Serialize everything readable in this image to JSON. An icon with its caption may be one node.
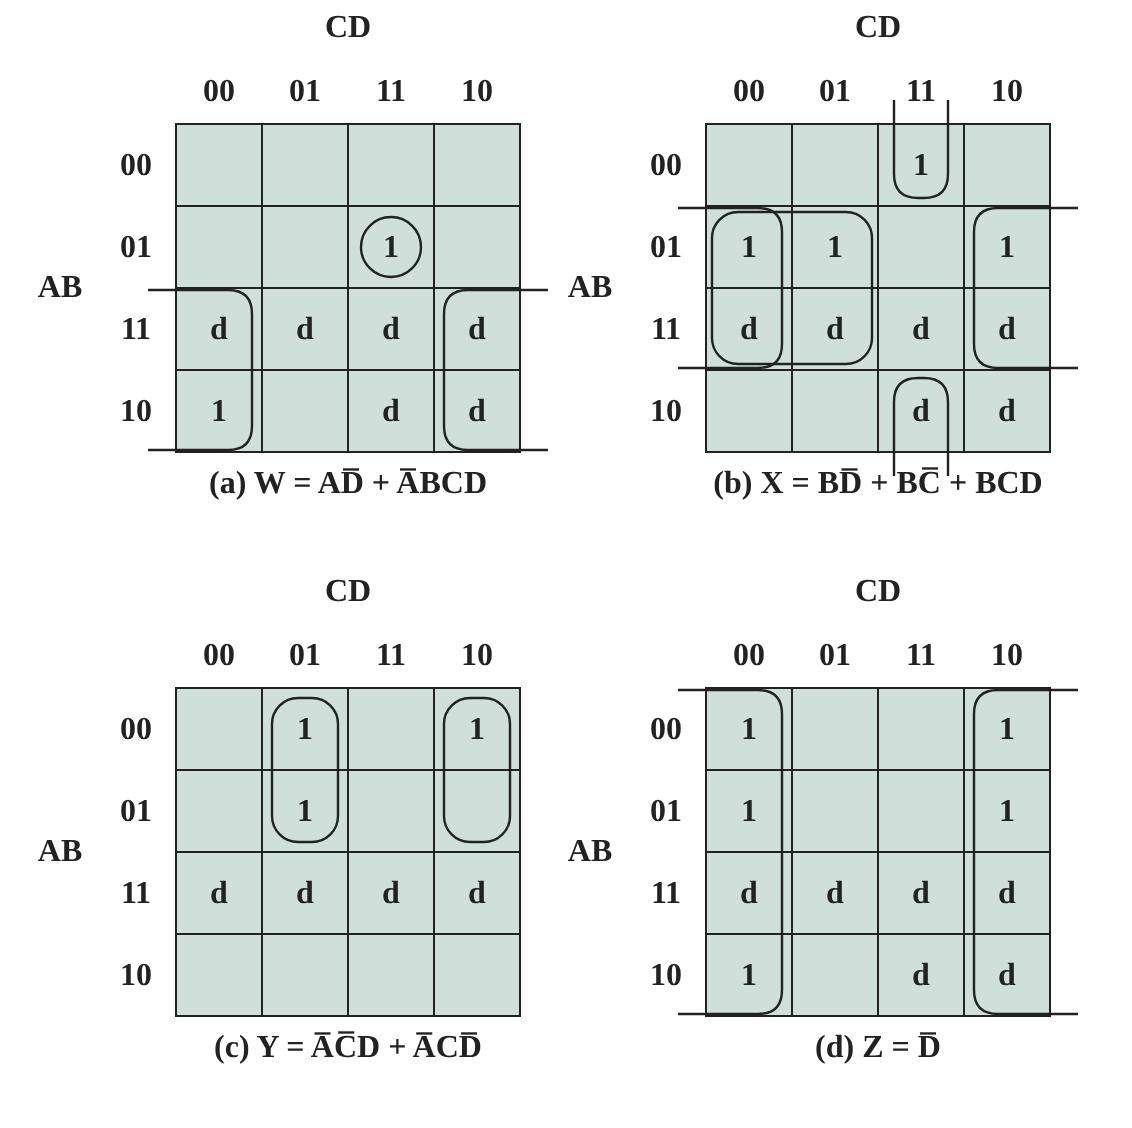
{
  "diagram": {
    "labels": [
      "CD",
      "00",
      "01",
      "11",
      "10",
      "00",
      "01",
      "1",
      "AB",
      "11",
      "d",
      "d",
      "d",
      "d",
      "10",
      "1",
      "d",
      "d",
      "(a) W = AD̅ + A̅BCD",
      "CD",
      "00",
      "01",
      "11",
      "10",
      "00",
      "1",
      "01",
      "1",
      "1",
      "1",
      "AB",
      "11",
      "d",
      "d",
      "d",
      "d",
      "10",
      "d",
      "d",
      "(b) X = BD̅ + BC̅ + BCD",
      "CD",
      "00",
      "01",
      "11",
      "10",
      "00",
      "1",
      "1",
      "01",
      "1",
      "AB",
      "11",
      "d",
      "d",
      "d",
      "d",
      "10",
      "(c) Y = A̅C̅D + A̅CD̅",
      "CD",
      "00",
      "01",
      "11",
      "10",
      "00",
      "1",
      "1",
      "01",
      "1",
      "1",
      "AB",
      "11",
      "d",
      "d",
      "d",
      "d",
      "10",
      "1",
      "d",
      "d",
      "(d) Z = D̅"
    ]
  }
}
